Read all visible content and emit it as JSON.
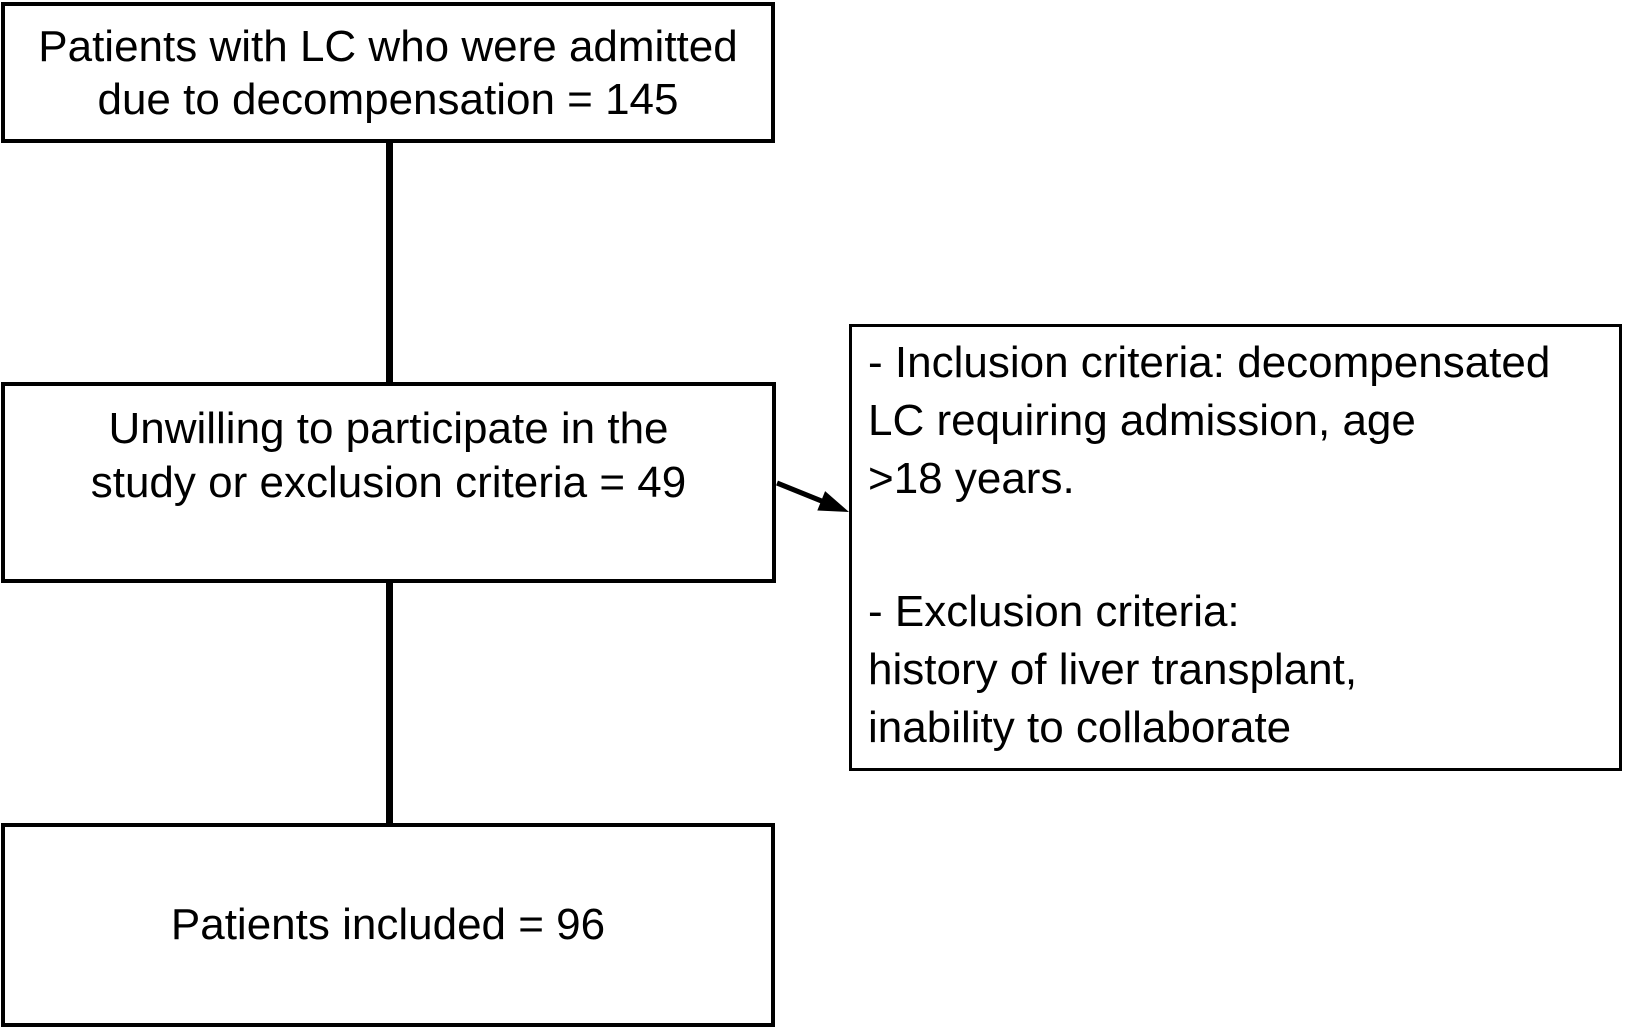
{
  "figure": {
    "type": "flowchart",
    "colors": {
      "background": "#ffffff",
      "border": "#000000",
      "text": "#000000",
      "line": "#000000"
    },
    "nodes": {
      "admitted": {
        "line1": "Patients with LC who were admitted",
        "line2": "due to decompensation = 145"
      },
      "excluded": {
        "line1": "Unwilling to participate in the",
        "line2": "study or exclusion criteria = 49"
      },
      "included": {
        "text": "Patients included = 96"
      },
      "criteria": {
        "line1": "- Inclusion criteria: decompensated",
        "line2": "LC requiring admission, age",
        "line3": ">18 years.",
        "line4": "- Exclusion criteria:",
        "line5": "history of liver transplant,",
        "line6": "inability to collaborate"
      }
    }
  }
}
